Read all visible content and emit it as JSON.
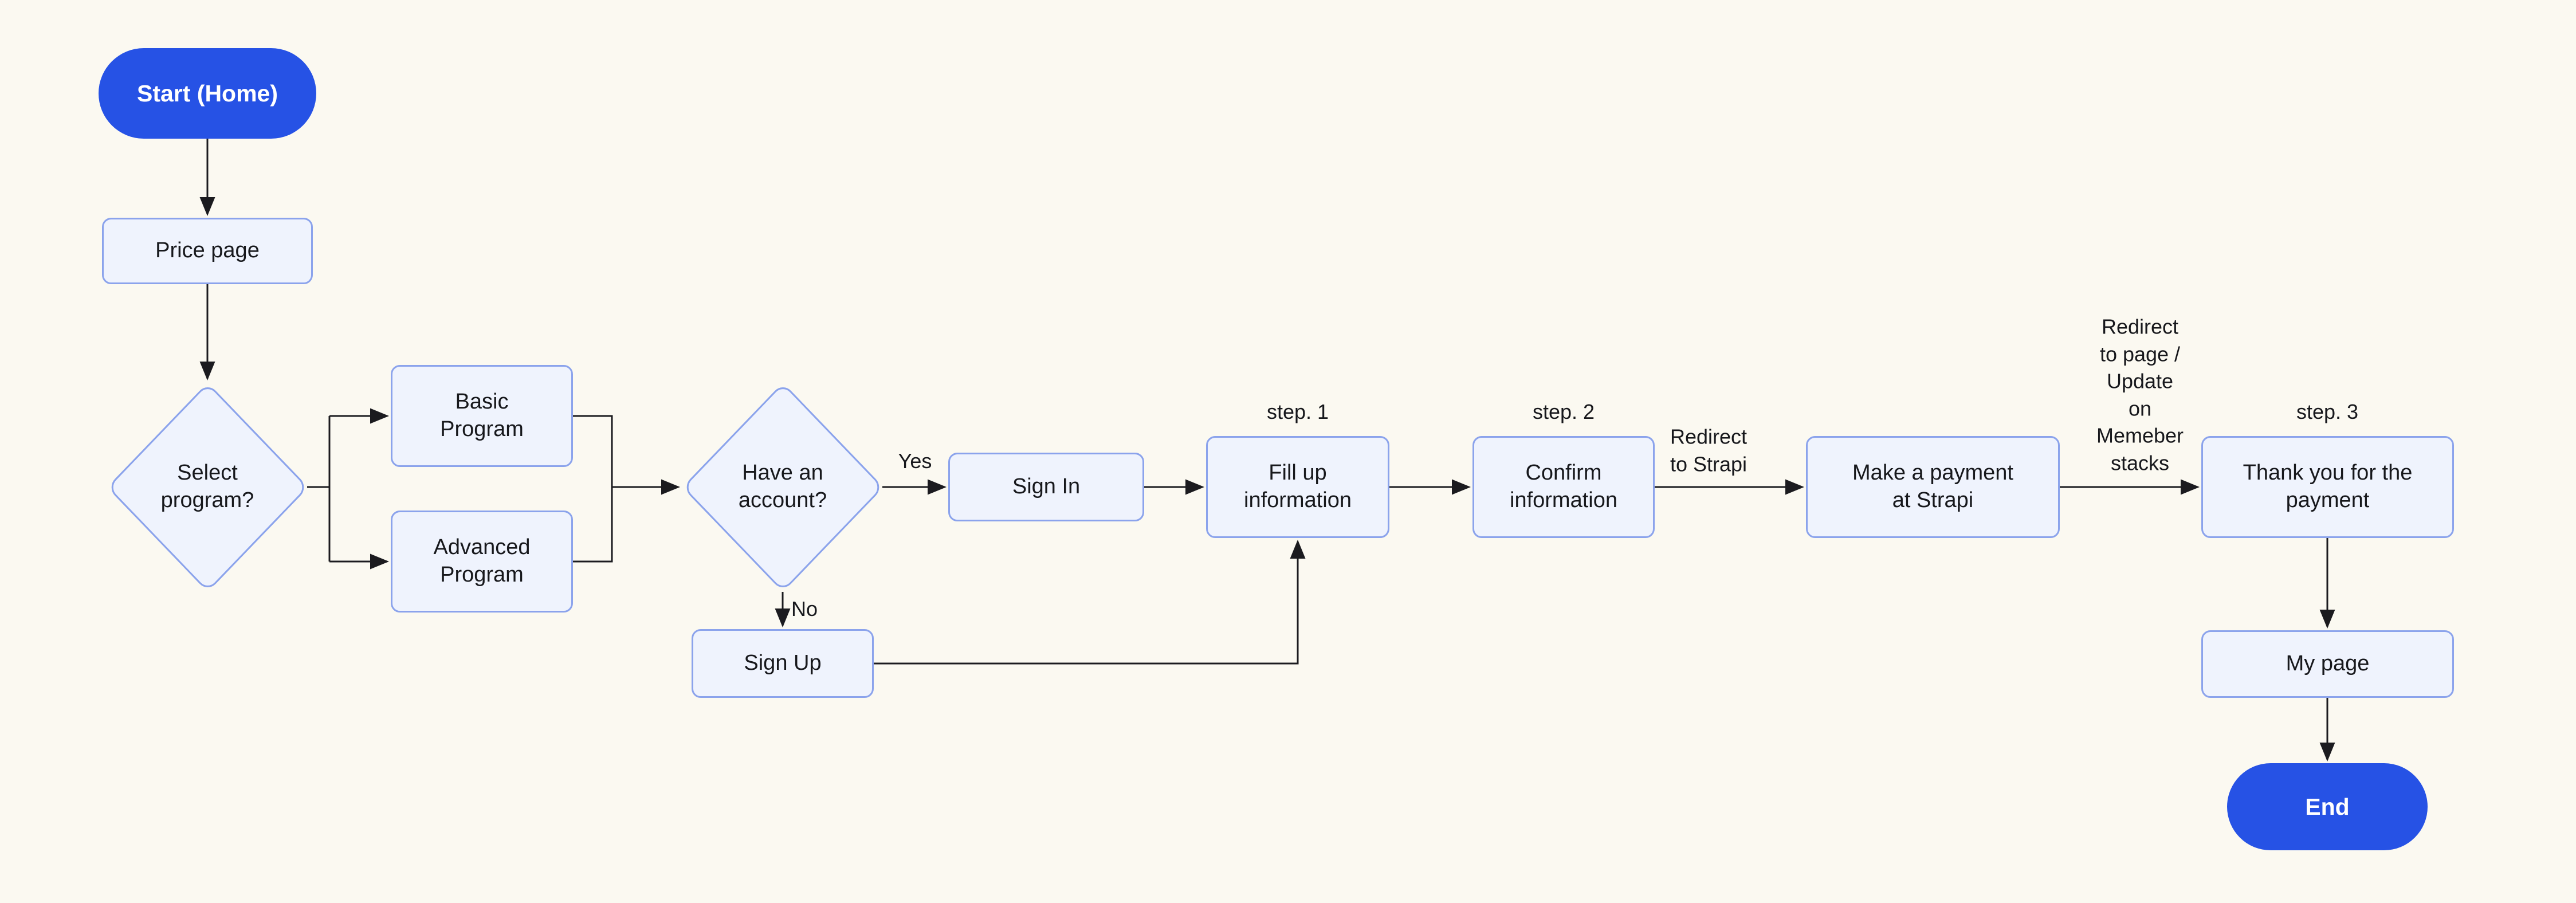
{
  "title": "Signup and payment flowchart",
  "colors": {
    "bg": "#FBF9F1",
    "node_fill": "#EFF3FD",
    "node_border": "#8BA3EC",
    "pill_bg": "#2652E5",
    "pill_text": "#FFFFFF",
    "text": "#17181C",
    "line": "#1B1B1F"
  },
  "nodes": {
    "start": {
      "label": "Start (Home)",
      "type": "terminator"
    },
    "price_page": {
      "label": "Price page",
      "type": "process"
    },
    "select_program": {
      "label": "Select\nprogram?",
      "type": "decision"
    },
    "basic_program": {
      "label": "Basic\nProgram",
      "type": "process"
    },
    "advanced_program": {
      "label": "Advanced\nProgram",
      "type": "process"
    },
    "have_account": {
      "label": "Have an\naccount?",
      "type": "decision"
    },
    "sign_in": {
      "label": "Sign In",
      "type": "process"
    },
    "sign_up": {
      "label": "Sign Up",
      "type": "process"
    },
    "fill_information": {
      "label": "Fill up\ninformation",
      "type": "process"
    },
    "confirm_information": {
      "label": "Confirm\ninformation",
      "type": "process"
    },
    "make_payment": {
      "label": "Make a payment\nat Strapi",
      "type": "process"
    },
    "thank_you": {
      "label": "Thank you for the\npayment",
      "type": "process"
    },
    "my_page": {
      "label": "My page",
      "type": "process"
    },
    "end": {
      "label": "End",
      "type": "terminator"
    }
  },
  "edge_labels": {
    "yes": "Yes",
    "no": "No",
    "step_1": "step. 1",
    "step_2": "step. 2",
    "step_3": "step. 3",
    "redirect_strapi": "Redirect\nto Strapi",
    "redirect_page_update": "Redirect\nto page /\nUpdate\non\nMemeber\nstacks"
  }
}
